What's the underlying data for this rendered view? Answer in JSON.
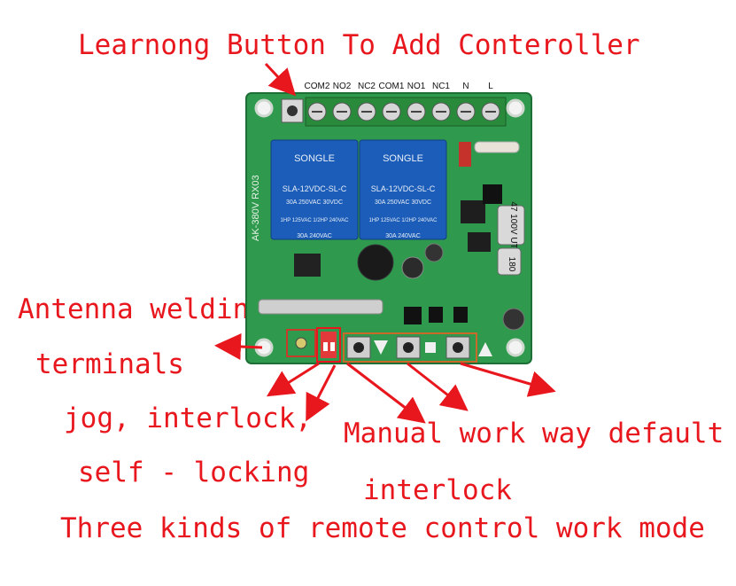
{
  "annotations": {
    "learning_button": "Learnong Button To Add Conteroller",
    "antenna_line1": "Antenna welding",
    "antenna_line2": "terminals",
    "modes_line1": "jog, interlock,",
    "modes_line2": "self - locking",
    "manual_line1": "Manual work way default",
    "manual_line2": "interlock",
    "bottom_caption": "Three kinds of remote control work mode"
  },
  "terminals": [
    "COM2",
    "NO2",
    "NC2",
    "COM1",
    "NO1",
    "NC1",
    "N",
    "L"
  ],
  "relays": [
    {
      "brand": "SONGLE",
      "model": "SLA-12VDC-SL-C",
      "rating1": "30A 250VAC 30VDC",
      "rating2": "1HP 125VAC  1/2HP 240VAC",
      "rating3": "30A 240VAC"
    },
    {
      "brand": "SONGLE",
      "model": "SLA-12VDC-SL-C",
      "rating1": "30A 250VAC 30VDC",
      "rating2": "1HP 125VAC  1/2HP 240VAC",
      "rating3": "30A 240VAC"
    }
  ],
  "board_silkscreen": {
    "board_model": "AK-380V RX03",
    "capacitor_1": "47 100V UT",
    "capacitor_2": "180"
  },
  "colors": {
    "annotation_red": "#e8161d",
    "pcb_green": "#2f9a4e",
    "relay_blue": "#1b5db8",
    "terminal_green": "#2a8a3c"
  }
}
